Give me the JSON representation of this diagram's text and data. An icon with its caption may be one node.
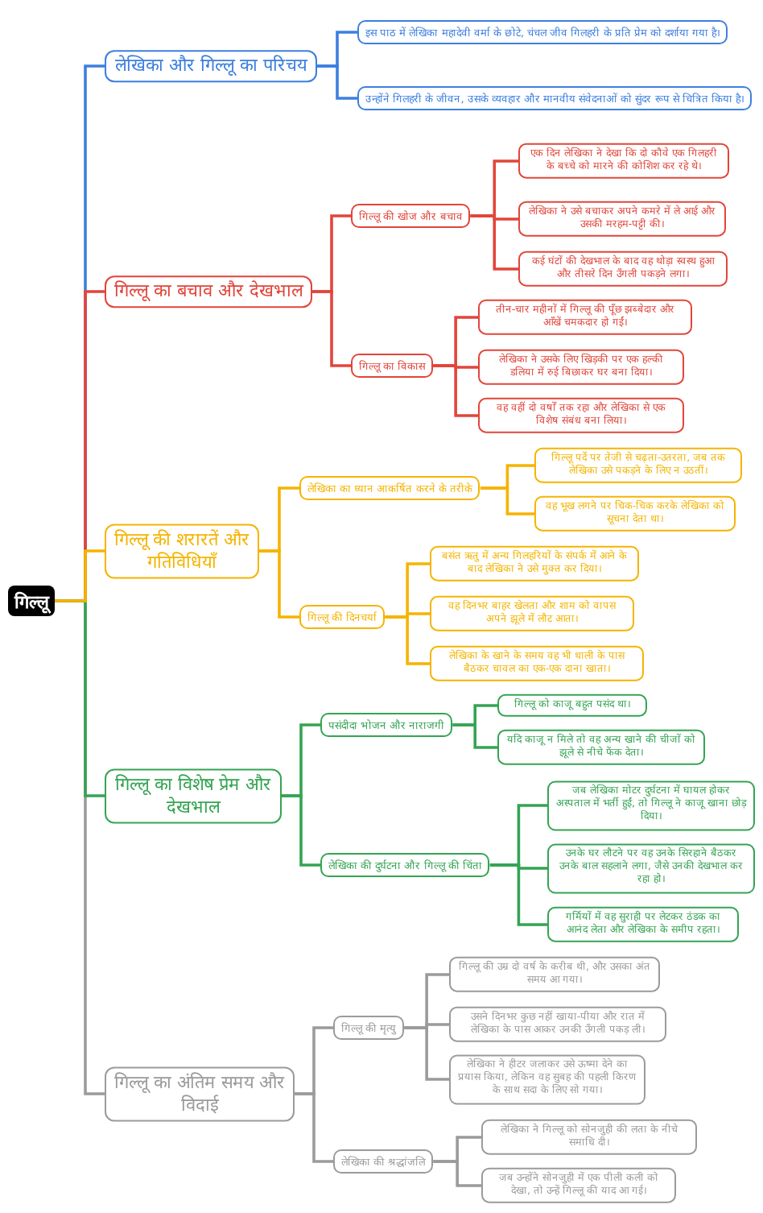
{
  "diagram": {
    "nodes": [
      {
        "text": [
          "गिल्लू"
        ]
      },
      {
        "text": [
          "लेखिका और गिल्लू का परिचय"
        ]
      },
      {
        "text": [
          "इस पाठ में लेखिका महादेवी वर्मा के छोटे, चंचल जीव गिलहरी के प्रति प्रेम को दर्शाया गया है।"
        ]
      },
      {
        "text": [
          "उन्होंने गिलहरी के जीवन, उसके व्यवहार और मानवीय संवेदनाओं को सुंदर रूप से चित्रित किया है।"
        ]
      },
      {
        "text": [
          "गिल्लू का बचाव और देखभाल"
        ]
      },
      {
        "text": [
          "गिल्लू की खोज और बचाव"
        ]
      },
      {
        "text": [
          "एक दिन लेखिका ने देखा कि दो कौवे एक गिलहरी के बच्चे को मारने की कोशिश कर रहे थे।"
        ]
      },
      {
        "text": [
          "लेखिका ने उसे बचाकर अपने कमरे में ले आई और उसकी मरहम-पट्टी की।"
        ]
      },
      {
        "text": [
          "कई घंटों की देखभाल के बाद वह थोड़ा स्वस्थ हुआ और तीसरे दिन उँगली पकड़ने लगा।"
        ]
      },
      {
        "text": [
          "गिल्लू का विकास"
        ]
      },
      {
        "text": [
          "तीन-चार महीनों में गिल्लू की पूँछ झब्बेदार और आँखें चमकदार हो गईं।"
        ]
      },
      {
        "text": [
          "लेखिका ने उसके लिए खिड़की पर एक हल्की डलिया में रुई बिछाकर घर बना दिया।"
        ]
      },
      {
        "text": [
          "वह वहीं दो वर्षों तक रहा और लेखिका से एक विशेष संबंध बना लिया।"
        ]
      },
      {
        "text": [
          "गिल्लू की शरारतें और गतिविधियाँ"
        ]
      },
      {
        "text": [
          "लेखिका का ध्यान आकर्षित करने के तरीके"
        ]
      },
      {
        "text": [
          "गिल्लू पर्दे पर तेजी से चढ़ता-उतरता, जब तक लेखिका उसे पकड़ने के लिए न उठतीं।"
        ]
      },
      {
        "text": [
          "वह भूख लगने पर चिक-चिक करके लेखिका को सूचना देता था।"
        ]
      },
      {
        "text": [
          "गिल्लू की दिनचर्या"
        ]
      },
      {
        "text": [
          "बसंत ऋतु में अन्य गिलहरियों के संपर्क में आने के बाद लेखिका ने उसे मुक्त कर दिया।"
        ]
      },
      {
        "text": [
          "वह दिनभर बाहर खेलता और शाम को वापस अपने झूले में लौट आता।"
        ]
      },
      {
        "text": [
          "लेखिका के खाने के समय वह भी थाली के पास बैठकर चावल का एक-एक दाना खाता।"
        ]
      },
      {
        "text": [
          "गिल्लू का विशेष प्रेम और देखभाल"
        ]
      },
      {
        "text": [
          "पसंदीदा भोजन और नाराजगी"
        ]
      },
      {
        "text": [
          "गिल्लू को काजू बहुत पसंद था।"
        ]
      },
      {
        "text": [
          "यदि काजू न मिले तो वह अन्य खाने की चीजों को झूले से नीचे फेंक देता।"
        ]
      },
      {
        "text": [
          "लेखिका की दुर्घटना और गिल्लू की चिंता"
        ]
      },
      {
        "text": [
          "जब लेखिका मोटर दुर्घटना में घायल होकर अस्पताल में भर्ती हुईं, तो गिल्लू ने काजू खाना छोड़ दिया।"
        ]
      },
      {
        "text": [
          "उनके घर लौटने पर वह उनके सिरहाने बैठकर उनके बाल सहलाने लगा, जैसे उनकी देखभाल कर रहा हो।"
        ]
      },
      {
        "text": [
          "गर्मियों में वह सुराही पर लेटकर ठंडक का आनंद लेता और लेखिका के समीप रहता।"
        ]
      },
      {
        "text": [
          "गिल्लू का अंतिम समय और विदाई"
        ]
      },
      {
        "text": [
          "गिल्लू की मृत्यु"
        ]
      },
      {
        "text": [
          "गिल्लू की उम्र दो वर्ष के करीब थी, और उसका अंत समय आ गया।"
        ]
      },
      {
        "text": [
          "उसने दिनभर कुछ नहीं खाया-पीया और रात में लेखिका के पास आकर उनकी उँगली पकड़ ली।"
        ]
      },
      {
        "text": [
          "लेखिका ने हीटर जलाकर उसे ऊष्मा देने का प्रयास किया, लेकिन वह सुबह की पहली किरण के साथ सदा के लिए सो गया।"
        ]
      },
      {
        "text": [
          "लेखिका की श्रद्धांजलि"
        ]
      },
      {
        "text": [
          "लेखिका ने गिल्लू को सोनजुही की लता के नीचे समाधि दी।"
        ]
      },
      {
        "text": [
          "जब उन्होंने सोनजुही में एक पीली कली को देखा, तो उन्हें गिल्लू की याद आ गई।"
        ]
      }
    ],
    "edges": [
      {
        "from": 0,
        "to": 1,
        "arrow": "none",
        "color": "#3d7fe0"
      },
      {
        "from": 1,
        "to": 2,
        "arrow": "none",
        "color": "#3d7fe0"
      },
      {
        "from": 1,
        "to": 3,
        "arrow": "none",
        "color": "#3d7fe0"
      },
      {
        "from": 0,
        "to": 4,
        "arrow": "none",
        "color": "#e2453b"
      },
      {
        "from": 4,
        "to": 5,
        "arrow": "none",
        "color": "#e2453b"
      },
      {
        "from": 5,
        "to": 6,
        "arrow": "none",
        "color": "#e2453b"
      },
      {
        "from": 5,
        "to": 7,
        "arrow": "none",
        "color": "#e2453b"
      },
      {
        "from": 5,
        "to": 8,
        "arrow": "none",
        "color": "#e2453b"
      },
      {
        "from": 4,
        "to": 9,
        "arrow": "none",
        "color": "#e2453b"
      },
      {
        "from": 9,
        "to": 10,
        "arrow": "none",
        "color": "#e2453b"
      },
      {
        "from": 9,
        "to": 11,
        "arrow": "none",
        "color": "#e2453b"
      },
      {
        "from": 9,
        "to": 12,
        "arrow": "none",
        "color": "#e2453b"
      },
      {
        "from": 0,
        "to": 13,
        "arrow": "none",
        "color": "#f5b400"
      },
      {
        "from": 13,
        "to": 14,
        "arrow": "none",
        "color": "#f5b400"
      },
      {
        "from": 14,
        "to": 15,
        "arrow": "none",
        "color": "#f5b400"
      },
      {
        "from": 14,
        "to": 16,
        "arrow": "none",
        "color": "#f5b400"
      },
      {
        "from": 13,
        "to": 17,
        "arrow": "none",
        "color": "#f5b400"
      },
      {
        "from": 17,
        "to": 18,
        "arrow": "none",
        "color": "#f5b400"
      },
      {
        "from": 17,
        "to": 19,
        "arrow": "none",
        "color": "#f5b400"
      },
      {
        "from": 17,
        "to": 20,
        "arrow": "none",
        "color": "#f5b400"
      },
      {
        "from": 0,
        "to": 21,
        "arrow": "none",
        "color": "#34a453"
      },
      {
        "from": 21,
        "to": 22,
        "arrow": "none",
        "color": "#34a453"
      },
      {
        "from": 22,
        "to": 23,
        "arrow": "none",
        "color": "#34a453"
      },
      {
        "from": 22,
        "to": 24,
        "arrow": "none",
        "color": "#34a453"
      },
      {
        "from": 21,
        "to": 25,
        "arrow": "none",
        "color": "#34a453"
      },
      {
        "from": 25,
        "to": 26,
        "arrow": "none",
        "color": "#34a453"
      },
      {
        "from": 25,
        "to": 27,
        "arrow": "none",
        "color": "#34a453"
      },
      {
        "from": 25,
        "to": 28,
        "arrow": "none",
        "color": "#34a453"
      },
      {
        "from": 0,
        "to": 29,
        "arrow": "none",
        "color": "#9b9b9b"
      },
      {
        "from": 29,
        "to": 30,
        "arrow": "none",
        "color": "#9b9b9b"
      },
      {
        "from": 30,
        "to": 31,
        "arrow": "none",
        "color": "#9b9b9b"
      },
      {
        "from": 30,
        "to": 32,
        "arrow": "none",
        "color": "#9b9b9b"
      },
      {
        "from": 30,
        "to": 33,
        "arrow": "none",
        "color": "#9b9b9b"
      },
      {
        "from": 29,
        "to": 34,
        "arrow": "none",
        "color": "#9b9b9b"
      },
      {
        "from": 34,
        "to": 35,
        "arrow": "none",
        "color": "#9b9b9b"
      },
      {
        "from": 34,
        "to": 36,
        "arrow": "none",
        "color": "#9b9b9b"
      }
    ]
  }
}
